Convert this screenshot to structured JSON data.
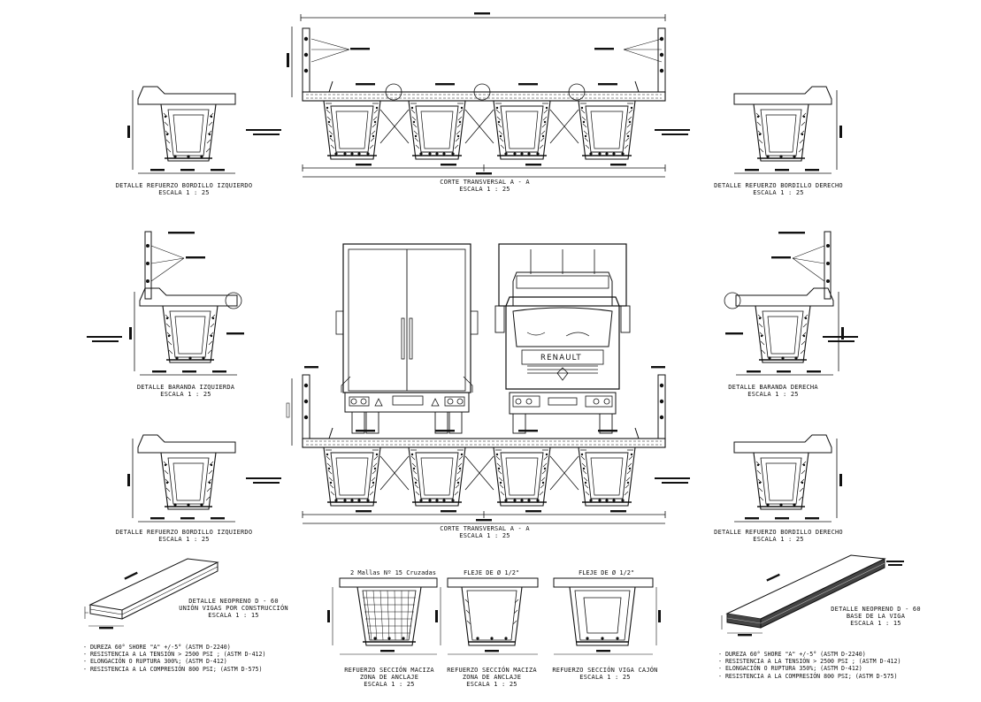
{
  "sheet": {
    "top_section": {
      "left_title": "DETALLE REFUERZO BORDILLO IZQUIERDO",
      "left_scale": "ESCALA 1 : 25",
      "center_title": "CORTE TRANSVERSAL A - A",
      "center_scale": "ESCALA 1 : 25",
      "right_title": "DETALLE REFUERZO BORDILLO DERECHO",
      "right_scale": "ESCALA 1 : 25"
    },
    "middle_section": {
      "left_title": "DETALLE BARANDA IZQUIERDA",
      "left_scale": "ESCALA 1 : 25",
      "right_title": "DETALLE BARANDA DERECHA",
      "right_scale": "ESCALA 1 : 25",
      "truck_brand": "RENAULT"
    },
    "lower_section": {
      "left_title": "DETALLE REFUERZO BORDILLO IZQUIERDO",
      "left_scale": "ESCALA 1 : 25",
      "center_title": "CORTE TRANSVERSAL A - A",
      "center_scale": "ESCALA 1 : 25",
      "right_title": "DETALLE REFUERZO BORDILLO DERECHO",
      "right_scale": "ESCALA 1 : 25"
    },
    "bottom_section": {
      "neoprene_left": {
        "title": "DETALLE NEOPRENO D - 60",
        "subtitle": "UNIÓN VIGAS POR CONSTRUCCIÓN",
        "scale": "ESCALA 1 : 15",
        "notes": [
          "DUREZA 60° SHORE \"A\" +/-5° (ASTM D-2240)",
          "RESISTENCIA A LA TENSIÓN > 2500 PSI ; (ASTM D-412)",
          "ELONGACIÓN O RUPTURA 300%; (ASTM D-412)",
          "RESISTENCIA A LA COMPRESIÓN 800 PSI; (ASTM D-575)"
        ]
      },
      "section_mesh": {
        "top_label": "2 Mallas Nº 15 Cruzadas",
        "title": "REFUERZO SECCIÓN MACIZA",
        "subtitle": "ZONA DE ANCLAJE",
        "scale": "ESCALA 1 : 25"
      },
      "section_strap": {
        "top_label": "FLEJE DE  Ø 1/2\"",
        "title": "REFUERZO SECCIÓN MACIZA",
        "subtitle": "ZONA DE ANCLAJE",
        "scale": "ESCALA 1 : 25"
      },
      "section_box": {
        "top_label": "FLEJE DE  Ø 1/2\"",
        "title": "REFUERZO SECCIÓN VIGA CAJÓN",
        "scale": "ESCALA 1 : 25"
      },
      "neoprene_right": {
        "title": "DETALLE NEOPRENO D - 60",
        "subtitle": "BASE DE LA VIGA",
        "scale": "ESCALA 1 : 15",
        "notes": [
          "DUREZA 60° SHORE \"A\" +/-5° (ASTM D-2240)",
          "RESISTENCIA A LA TENSIÓN > 2500 PSI ; (ASTM D-412)",
          "ELONGACIÓN O RUPTURA 350%; (ASTM D-412)",
          "RESISTENCIA A LA COMPRESIÓN 800 PSI; (ASTM D-575)"
        ]
      }
    }
  }
}
